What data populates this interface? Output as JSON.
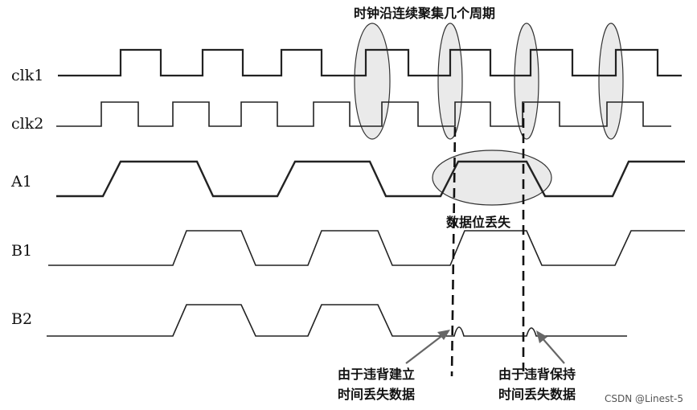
{
  "signals": [
    {
      "id": "clk1",
      "label": "clk1"
    },
    {
      "id": "clk2",
      "label": "clk2"
    },
    {
      "id": "a1",
      "label": "A1"
    },
    {
      "id": "b1",
      "label": "B1"
    },
    {
      "id": "b2",
      "label": "B2"
    }
  ],
  "annotations": {
    "clock_edges": "时钟沿连续聚集几个周期",
    "data_bit_lost": "数据位丢失",
    "setup_violation_line1": "由于违背建立",
    "setup_violation_line2": "时间丢失数据",
    "hold_violation_line1": "由于违背保持",
    "hold_violation_line2": "时间丢失数据"
  },
  "watermark": "CSDN @Linest-5"
}
